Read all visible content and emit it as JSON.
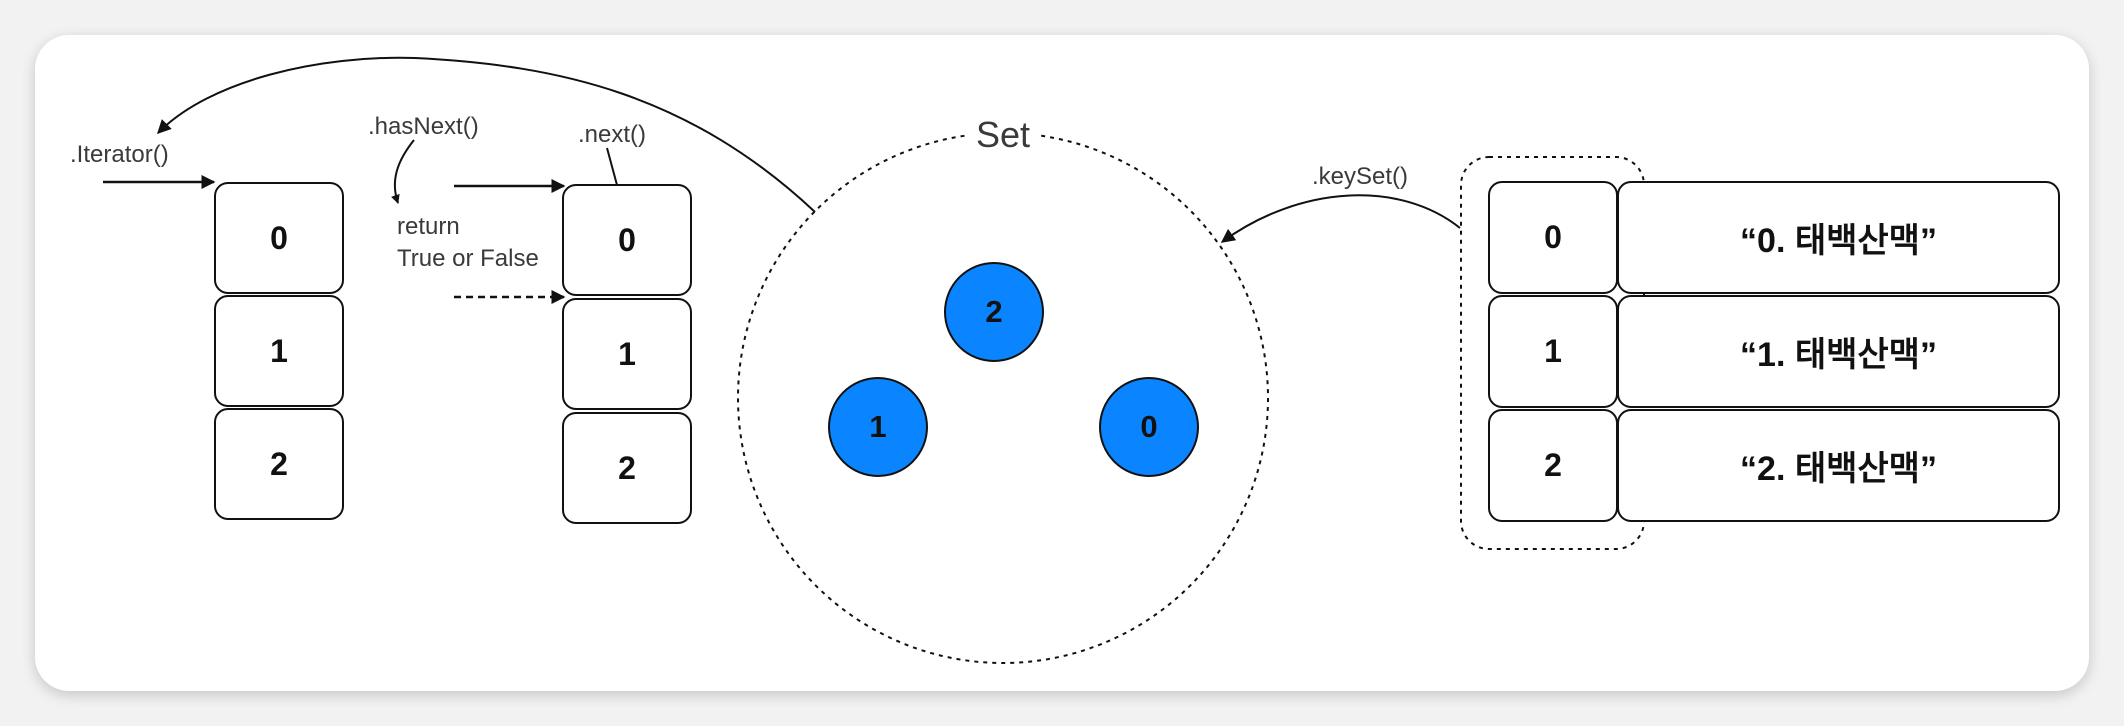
{
  "diagram": {
    "set_label": "Set",
    "methods": {
      "iterator": ".Iterator()",
      "has_next": ".hasNext()",
      "next": ".next()",
      "key_set": ".keySet()"
    },
    "has_next_return": [
      "return",
      "True or False"
    ],
    "iterator_a": [
      "0",
      "1",
      "2"
    ],
    "iterator_b": [
      "0",
      "1",
      "2"
    ],
    "set_elements": [
      "2",
      "1",
      "0"
    ],
    "map_entries": [
      {
        "key": "0",
        "value": "“0. 태백산맥”"
      },
      {
        "key": "1",
        "value": "“1. 태백산맥”"
      },
      {
        "key": "2",
        "value": "“2. 태백산맥”"
      }
    ],
    "colors": {
      "node_fill": "#0a84ff",
      "stroke": "#111111",
      "label": "#3a3a3a"
    }
  }
}
